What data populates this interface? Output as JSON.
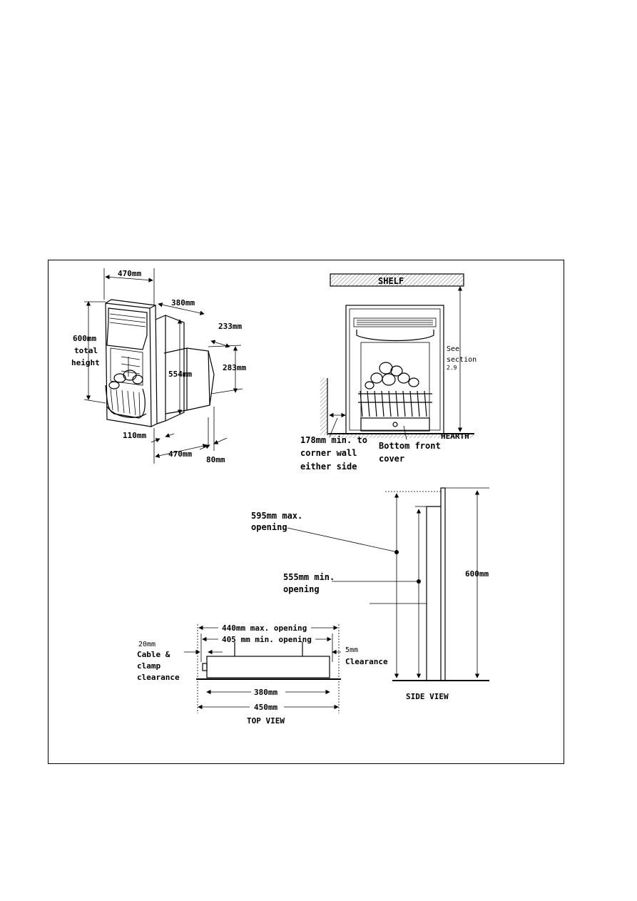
{
  "front_view": {
    "shelf_label": "SHELF",
    "see_section": [
      "See",
      "section",
      "2.9"
    ],
    "hearth_label": "HEARTH",
    "corner_wall": [
      "178mm min. to",
      "corner wall",
      "either side"
    ],
    "bottom_cover": [
      "Bottom front",
      "cover"
    ]
  },
  "perspective_view": {
    "width_top": "470mm",
    "depth": "380mm",
    "total_height": [
      "600mm",
      "total",
      "height"
    ],
    "box_height": "554mm",
    "box_depth": "233mm",
    "box_h2": "283mm",
    "offset_bottom": "110mm",
    "width_bottom": "470mm",
    "offset_80": "80mm"
  },
  "side_view": {
    "max_opening": [
      "595mm max.",
      "opening"
    ],
    "min_opening": [
      "555mm min.",
      "opening"
    ],
    "height": "600mm",
    "title": "SIDE VIEW"
  },
  "top_view": {
    "max_opening": "440mm max. opening",
    "min_opening": "405 mm min. opening",
    "cable_clearance": [
      "20mm",
      "Cable &",
      "clamp",
      "clearance"
    ],
    "clearance": [
      "5mm",
      "Clearance"
    ],
    "inner_width": "380mm",
    "outer_width": "450mm",
    "title": "TOP VIEW"
  }
}
